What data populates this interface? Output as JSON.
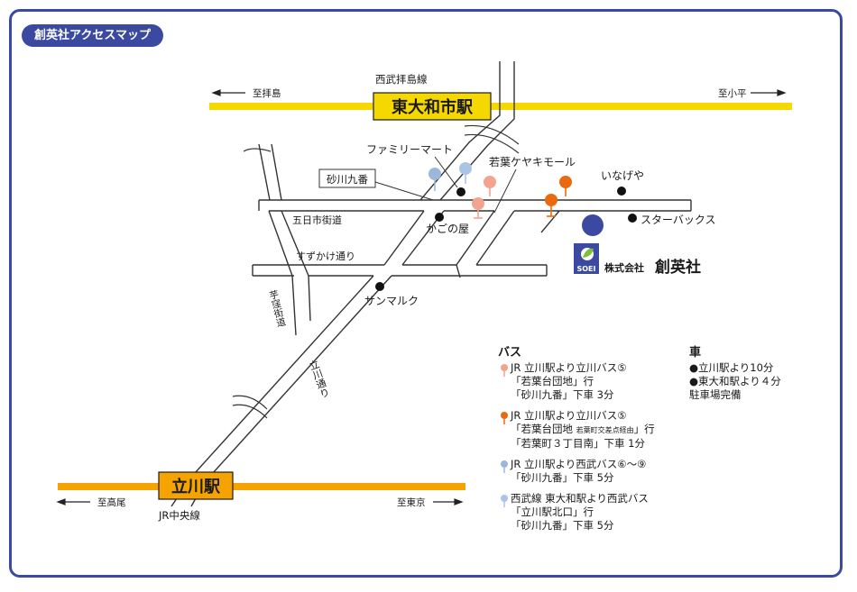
{
  "title": "創英社アクセスマップ",
  "stations": {
    "higashiyamato": {
      "name": "東大和市駅",
      "line": "西武拝島線",
      "west_dir": "至拝島",
      "east_dir": "至小平"
    },
    "tachikawa": {
      "name": "立川駅",
      "line": "JR中央線",
      "west_dir": "至高尾",
      "east_dir": "至東京"
    }
  },
  "roads": {
    "itsukaichi": "五日市街道",
    "suzukake": "すずかけ通り",
    "imogakubo": "芋窪街道",
    "tachikawa_dori": "立川通り"
  },
  "landmarks": {
    "familymart": "ファミリーマート",
    "sunagawa": "砂川九番",
    "keyaki": "若葉ケヤキモール",
    "inageya": "いなげや",
    "kagonoya": "かごの屋",
    "starbucks": "スターバックス",
    "sanmaruku": "サンマルク"
  },
  "company": {
    "logo_text": "SOEI",
    "name_prefix": "株式会社",
    "name": "創英社"
  },
  "colors": {
    "brand": "#3b4aa0",
    "seibu_line": "#f5d800",
    "jr_line": "#f5a300",
    "pin_pink": "#f2a48f",
    "pin_orange": "#ea6a10",
    "pin_blue": "#9bb7dc",
    "pin_lightblue": "#a9c4e6",
    "logo_green": "#7bbf3a"
  },
  "bus": {
    "heading": "バス",
    "items": [
      {
        "pin_color": "#f2a48f",
        "lines": [
          "JR  立川駅より立川バス⑤",
          "「若葉台団地」行",
          "「砂川九番」下車  3分"
        ]
      },
      {
        "pin_color": "#ea6a10",
        "lines": [
          "JR  立川駅より立川バス⑤",
          "「若葉台団地",
          "若葉町交差点経由",
          "」行",
          "「若葉町３丁目南」下車  1分"
        ]
      },
      {
        "pin_color": "#9bb7dc",
        "lines": [
          "JR  立川駅より西武バス⑥〜⑨",
          "「砂川九番」下車  5分"
        ]
      },
      {
        "pin_color": "#a9c4e6",
        "lines": [
          "西武線  東大和駅より西武バス",
          "「立川駅北口」行",
          "「砂川九番」下車  5分"
        ]
      }
    ]
  },
  "car": {
    "heading": "車",
    "lines": [
      "●立川駅より10分",
      "●東大和駅より４分",
      "駐車場完備"
    ]
  }
}
